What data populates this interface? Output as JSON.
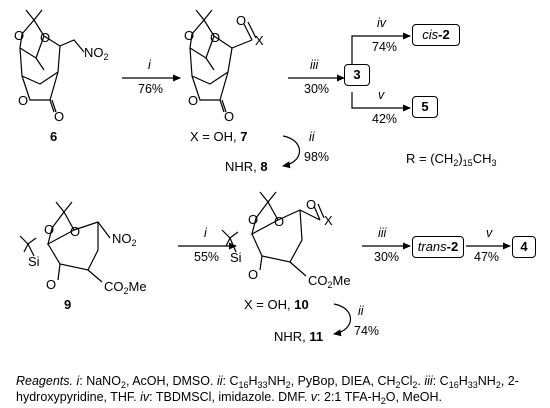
{
  "compounds": {
    "c6": "6",
    "c7": "7",
    "c8": "8",
    "c9": "9",
    "c10": "10",
    "c11": "11"
  },
  "groups": {
    "no2_top": "NO",
    "no2_sub": "2",
    "no2_bottom": "NO",
    "no2_bottom_sub": "2",
    "x_top": "X",
    "x_bottom": "X",
    "co2me_9_a": "CO",
    "co2me_9_sub": "2",
    "co2me_9_b": "Me",
    "co2me_10_a": "CO",
    "co2me_10_sub": "2",
    "co2me_10_b": "Me",
    "si_9": "Si",
    "o_9": "O",
    "si_10": "Si",
    "o_10": "O"
  },
  "row1": {
    "step_i": "i",
    "yield_i": "76%",
    "step_iii": "iii",
    "yield_iii": "30%",
    "box_3": "3",
    "step_iv": "iv",
    "yield_iv": "74%",
    "box_cis_a": "cis",
    "box_cis_b": "-2",
    "step_v": "v",
    "yield_v": "42%",
    "box_5": "5",
    "x_def": "X = OH,",
    "nhr_def": "NHR,",
    "step_ii": "ii",
    "yield_ii": "98%",
    "r_def_a": "R = (CH",
    "r_def_sub1": "2",
    "r_def_b": ")",
    "r_def_sub2": "15",
    "r_def_c": "CH",
    "r_def_sub3": "3"
  },
  "row2": {
    "step_i": "i",
    "yield_i": "55%",
    "step_iii": "iii",
    "yield_iii": "30%",
    "box_trans_a": "trans",
    "box_trans_b": "-2",
    "step_v": "v",
    "yield_v": "47%",
    "box_4": "4",
    "x_def": "X = OH,",
    "nhr_def": "NHR,",
    "step_ii": "ii",
    "yield_ii": "74%"
  },
  "caption": {
    "reagents": "Reagents.",
    "i": "i",
    "t1": ": NaNO",
    "s1": "2",
    "t2": ", AcOH, DMSO.",
    "ii": "ii",
    "t3": ": C",
    "s2": "16",
    "t4": "H",
    "s3": "33",
    "t5": "NH",
    "s4": "2",
    "t6": ", PyBop, DIEA, CH",
    "s5": "2",
    "t7": "Cl",
    "s6": "2",
    "t8": ".",
    "iii": "iii",
    "t9": ": C",
    "s7": "16",
    "t10": "H",
    "s8": "33",
    "t11": "NH",
    "s9": "2",
    "t12": ", 2-hydroxypyridine, THF.",
    "iv": "iv",
    "t13": ": TBDMSCl, imidazole. DMF.",
    "v": "v",
    "t14": ": 2:1 TFA-H",
    "s10": "2",
    "t15": "O, MeOH."
  }
}
